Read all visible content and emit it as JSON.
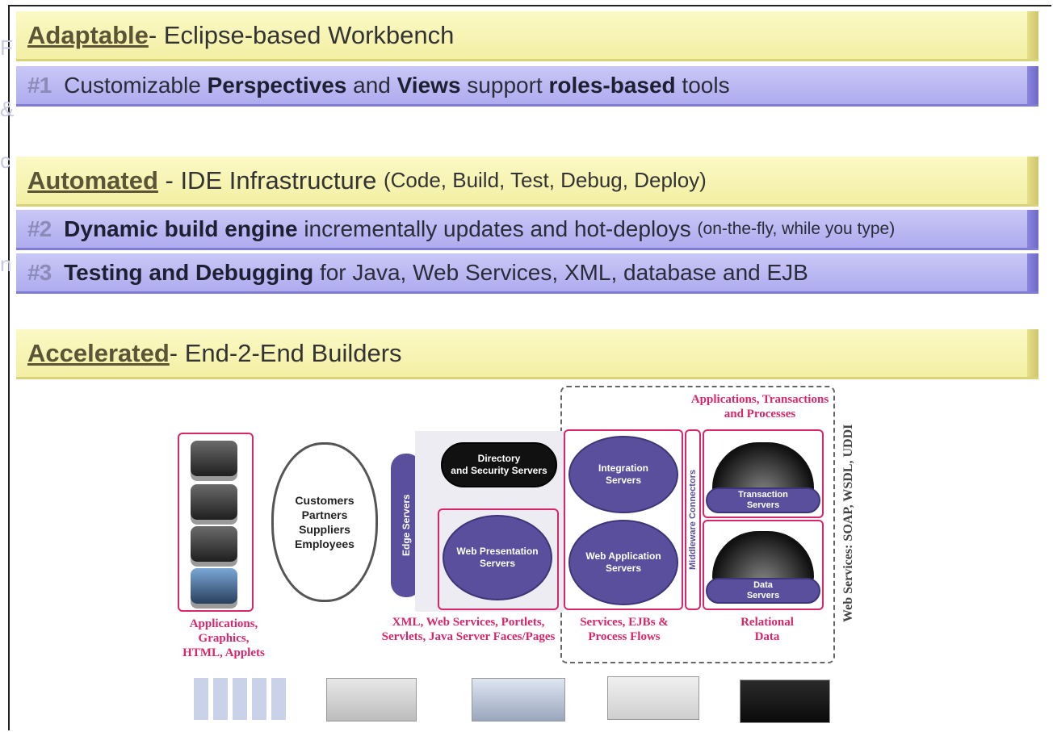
{
  "ghost_letters": [
    "F",
    "&",
    "c",
    "n"
  ],
  "banner1": {
    "title": "Adaptable",
    "rest": " - Eclipse-based Workbench"
  },
  "point1": {
    "num": "#1",
    "a": "Customizable ",
    "b1": "Perspectives",
    "c": " and ",
    "b2": "Views",
    "d": " support ",
    "b3": "roles-based",
    "e": " tools"
  },
  "banner2": {
    "title": "Automated",
    "rest": " - IDE Infrastructure ",
    "paren": "(Code, Build, Test, Debug, Deploy)"
  },
  "point2": {
    "num": "#2",
    "b1": "Dynamic build engine",
    "a": " incrementally updates and hot-deploys ",
    "small": "(on-the-fly, while you type)"
  },
  "point3": {
    "num": "#3",
    "b1": "Testing and Debugging",
    "a": " for Java, Web Services, XML, database and EJB"
  },
  "banner3": {
    "title": "Accelerated",
    "rest": " - End-2-End Builders"
  },
  "diagram": {
    "cloud": [
      "Customers",
      "Partners",
      "Suppliers",
      "Employees"
    ],
    "edge_servers": "Edge Servers",
    "directory": "Directory\nand Security Servers",
    "web_presentation": "Web Presentation\nServers",
    "integration": "Integration\nServers",
    "web_application": "Web Application\nServers",
    "middleware": "Middleware Connectors",
    "transaction": "Transaction\nServers",
    "data": "Data\nServers",
    "cap_clients": "Applications,\nGraphics,\nHTML, Applets",
    "cap_presentation": "XML, Web Services, Portlets,\nServlets, Java Server Faces/Pages",
    "cap_app": "Services, EJBs &\nProcess Flows",
    "cap_top": "Applications, Transactions\nand Processes",
    "cap_relational": "Relational\nData",
    "web_services": "Web Services: SOAP, WSDL, UDDI"
  }
}
